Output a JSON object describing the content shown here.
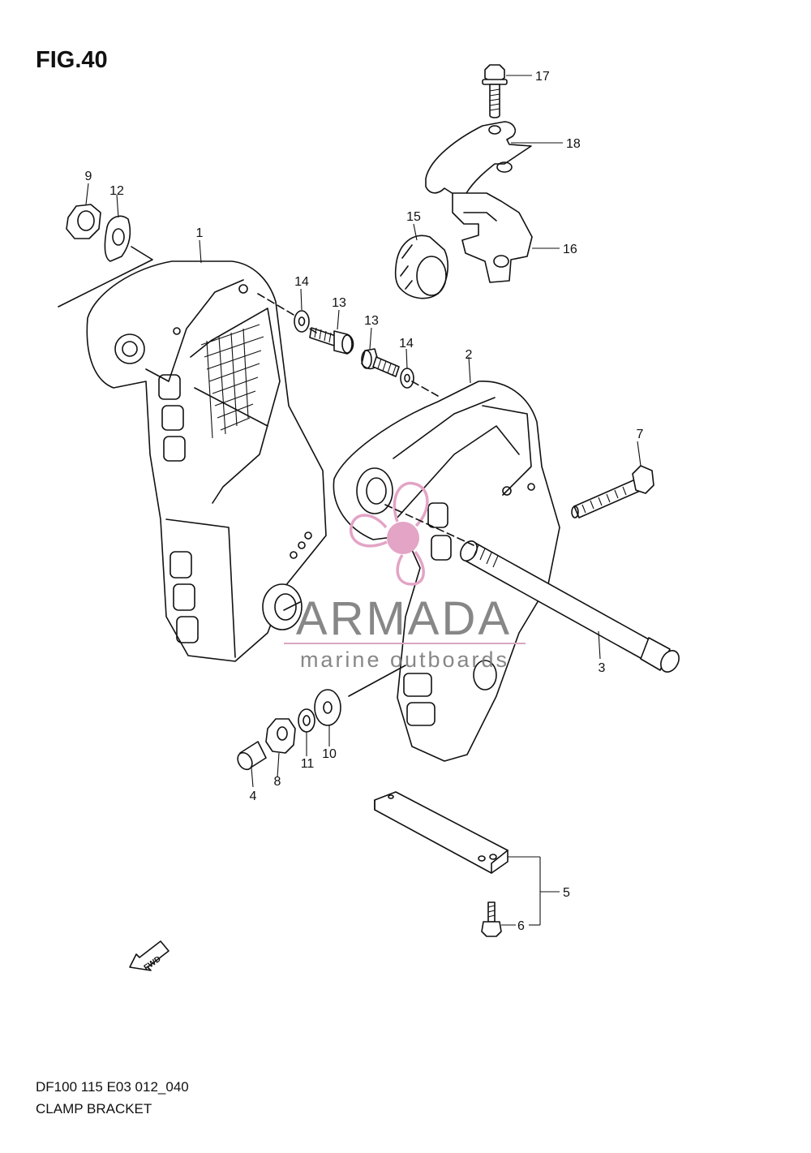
{
  "figure": {
    "title": "FIG.40"
  },
  "footer": {
    "model_code": "DF100 115 E03 012_040",
    "section_name": "CLAMP BRACKET"
  },
  "watermark": {
    "brand": "ARMADA",
    "tagline": "marine outboards",
    "colors": {
      "brand_text": "#7a7a7a",
      "emblem": "#e3a4c6",
      "rule": "#d9a6c1"
    }
  },
  "fwd_marker": {
    "label": "FWD"
  },
  "callouts": [
    {
      "id": "callout-1",
      "label": "1"
    },
    {
      "id": "callout-2",
      "label": "2"
    },
    {
      "id": "callout-3",
      "label": "3"
    },
    {
      "id": "callout-4",
      "label": "4"
    },
    {
      "id": "callout-5",
      "label": "5"
    },
    {
      "id": "callout-6",
      "label": "6"
    },
    {
      "id": "callout-7",
      "label": "7"
    },
    {
      "id": "callout-8",
      "label": "8"
    },
    {
      "id": "callout-9",
      "label": "9"
    },
    {
      "id": "callout-10",
      "label": "10"
    },
    {
      "id": "callout-11",
      "label": "11"
    },
    {
      "id": "callout-12",
      "label": "12"
    },
    {
      "id": "callout-13a",
      "label": "13"
    },
    {
      "id": "callout-13b",
      "label": "13"
    },
    {
      "id": "callout-14a",
      "label": "14"
    },
    {
      "id": "callout-14b",
      "label": "14"
    },
    {
      "id": "callout-15",
      "label": "15"
    },
    {
      "id": "callout-16",
      "label": "16"
    },
    {
      "id": "callout-17",
      "label": "17"
    },
    {
      "id": "callout-18",
      "label": "18"
    }
  ]
}
